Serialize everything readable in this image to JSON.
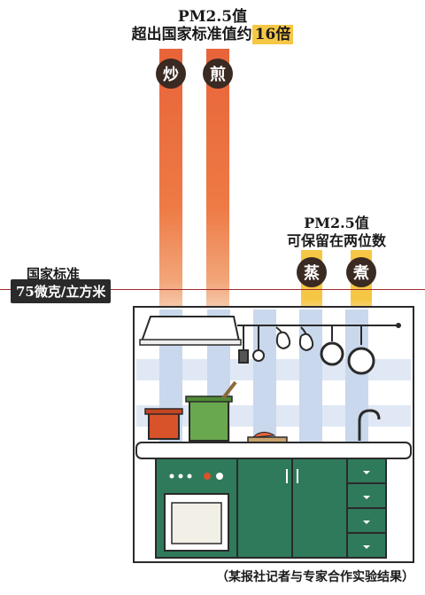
{
  "top_label": {
    "line1": "PM2.5值",
    "line2_prefix": "超出国家标准值约",
    "highlight": "16倍"
  },
  "mid_label": {
    "line1": "PM2.5值",
    "line2": "可保留在两位数"
  },
  "cooking_methods": [
    {
      "label": "炒"
    },
    {
      "label": "煎"
    },
    {
      "label": "蒸"
    },
    {
      "label": "煮"
    }
  ],
  "standard": {
    "label": "国家标准",
    "value": "75微克/立方米"
  },
  "footnote": "（某报社记者与专家合作实验结果）",
  "colors": {
    "high_bar": "#e8643a",
    "low_bar": "#f6c744",
    "standard_line": "#9e2a2a",
    "circle": "#3b2a22",
    "cabinet": "#2f7a5b",
    "tile": "#c9d8ec",
    "tile_alt": "#ffffff",
    "frame": "#2a2a2a"
  }
}
